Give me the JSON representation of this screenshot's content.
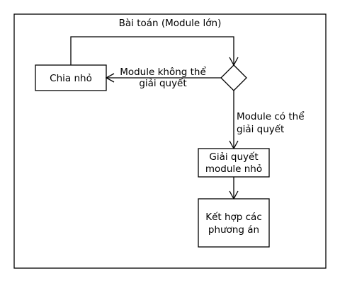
{
  "diagram": {
    "title": "Bài toán (Module lớn)",
    "nodes": {
      "split": {
        "label": "Chia nhỏ"
      },
      "decision": {
        "label": ""
      },
      "solve": {
        "label_line1": "Giải quyết",
        "label_line2": "module nhỏ"
      },
      "combine": {
        "label_line1": "Kết hợp các",
        "label_line2": "phương án"
      }
    },
    "edges": {
      "not_solvable": {
        "line1": "Module không thể",
        "line2": "giải quyết"
      },
      "solvable": {
        "line1": "Module có thể",
        "line2": "giải quyết"
      }
    }
  }
}
